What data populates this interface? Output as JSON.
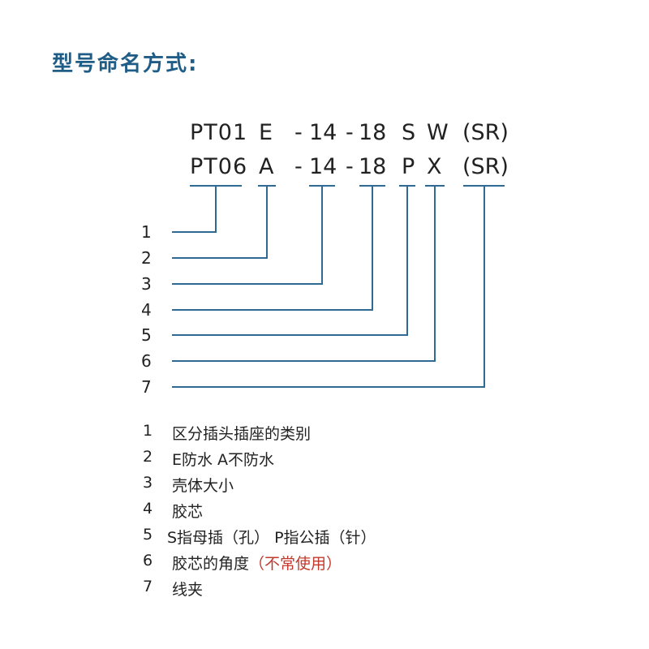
{
  "title": "型号命名方式:",
  "code_rows": [
    {
      "prefix": "PT01",
      "seg2": "E",
      "dash1": "-",
      "seg3": "14",
      "dash2": "-",
      "seg4": "18",
      "seg5": "S",
      "seg6": "W",
      "seg7": "(SR)"
    },
    {
      "prefix": "PT06",
      "seg2": "A",
      "dash1": "-",
      "seg3": "14",
      "dash2": "-",
      "seg4": "18",
      "seg5": "P",
      "seg6": "X",
      "seg7": "(SR)"
    }
  ],
  "diagram_numbers": [
    "1",
    "2",
    "3",
    "4",
    "5",
    "6",
    "7"
  ],
  "legend": [
    {
      "num": "1",
      "text": "区分插头插座的类别",
      "note": ""
    },
    {
      "num": "2",
      "text": "E防水 A不防水",
      "note": ""
    },
    {
      "num": "3",
      "text": "壳体大小",
      "note": ""
    },
    {
      "num": "4",
      "text": "胶芯",
      "note": ""
    },
    {
      "num": "5",
      "text": "S指母插（孔）  P指公插（针）",
      "note": ""
    },
    {
      "num": "6",
      "text": "胶芯的角度",
      "note": "（不常使用）"
    },
    {
      "num": "7",
      "text": "线夹",
      "note": ""
    }
  ],
  "colors": {
    "title": "#1f5d86",
    "line": "#2e6a93",
    "note": "#c0392b"
  }
}
